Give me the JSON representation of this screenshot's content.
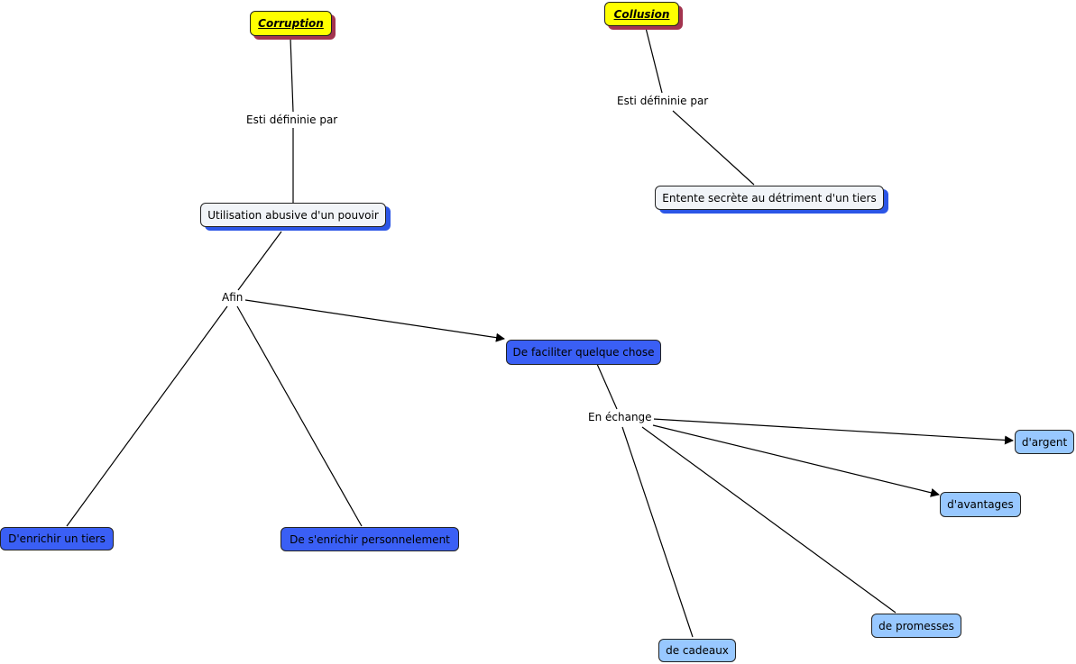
{
  "nodes": {
    "corruption": "Corruption",
    "collusion": "Collusion",
    "utilisation": "Utilisation abusive d'un pouvoir",
    "entente": "Entente secrète au détriment d'un tiers",
    "faciliter": "De faciliter quelque chose",
    "enrichir_tiers": "D'enrichir un tiers",
    "enrichir_perso": "De s'enrichir personnelement",
    "argent": "d'argent",
    "avantages": "d'avantages",
    "promesses": "de promesses",
    "cadeaux": "de cadeaux"
  },
  "links": {
    "corruption_def": "Esti défininie par",
    "collusion_def": "Esti défininie par",
    "afin": "Afin",
    "echange": "En échange"
  },
  "colors": {
    "root": "#ffff00",
    "root_shadow": "#a3344f",
    "white_node": "#f1f4f8",
    "blue_node": "#3a5ff5",
    "light_node": "#98c8ff",
    "node_shadow": "#2b55e6"
  }
}
